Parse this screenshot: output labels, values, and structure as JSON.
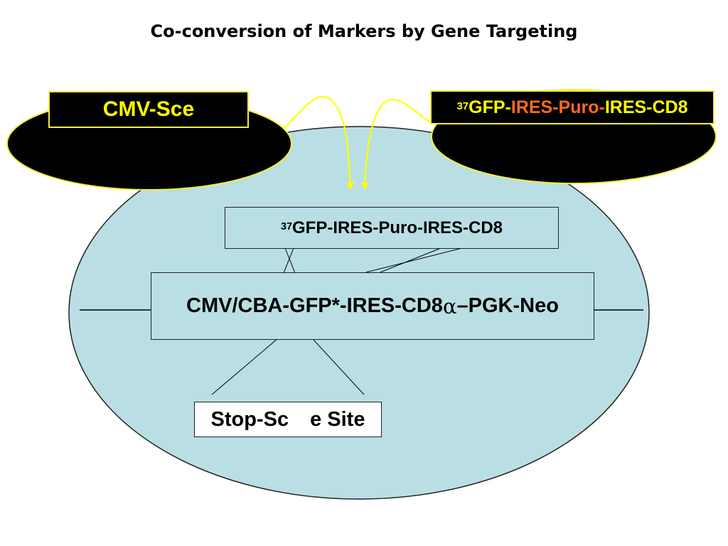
{
  "title": "Co-conversion of Markers by Gene Targeting",
  "plasmid_left": {
    "label": "CMV-Sce"
  },
  "plasmid_right": {
    "sup": "37",
    "part1": "GFP-",
    "part2": "IRES-Puro-",
    "part3": "IRES-CD8"
  },
  "donor": {
    "sup": "37",
    "label": "GFP-IRES-Puro-IRES-CD8"
  },
  "locus": {
    "label_pre": "CMV/CBA-GFP*-IRES-CD8",
    "alpha": "α",
    "label_post": "–PGK-Neo"
  },
  "site": {
    "part1": "Stop-Sc",
    "part2": "e Site"
  },
  "colors": {
    "cell": "#b9dfe4",
    "plasmid": "#000000",
    "plasmid_border": "#f2ef3a",
    "label_text": "#ffff00",
    "ires_puro": "#ff6a1f",
    "arrows": "#ffff00"
  }
}
